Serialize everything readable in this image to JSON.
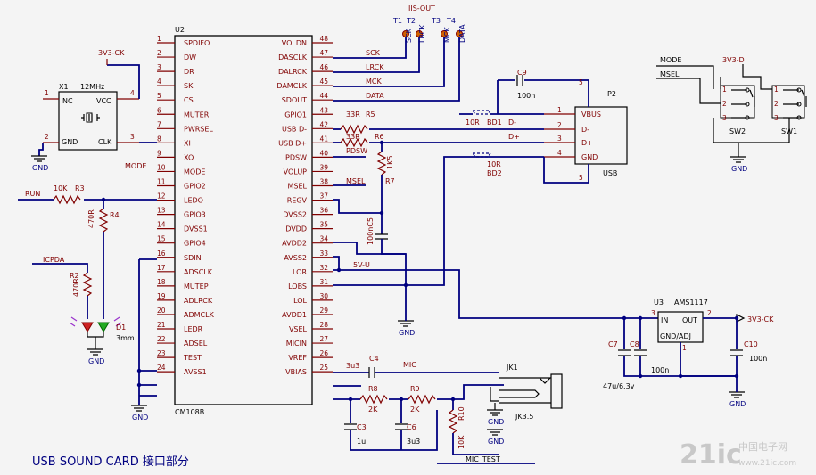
{
  "title": "USB SOUND CARD 接口部分",
  "watermark": {
    "brand": "21ic",
    "text": "中国电子网",
    "url": "www.21ic.com"
  },
  "u2": {
    "ref": "U2",
    "part": "CM108B",
    "left_pins": [
      {
        "n": "1",
        "name": "SPDIFO"
      },
      {
        "n": "2",
        "name": "DW"
      },
      {
        "n": "3",
        "name": "DR"
      },
      {
        "n": "4",
        "name": "SK"
      },
      {
        "n": "5",
        "name": "CS"
      },
      {
        "n": "6",
        "name": "MUTER"
      },
      {
        "n": "7",
        "name": "PWRSEL"
      },
      {
        "n": "8",
        "name": "XI"
      },
      {
        "n": "9",
        "name": "XO"
      },
      {
        "n": "10",
        "name": "MODE"
      },
      {
        "n": "11",
        "name": "GPIO2"
      },
      {
        "n": "12",
        "name": "LEDO"
      },
      {
        "n": "13",
        "name": "GPIO3"
      },
      {
        "n": "14",
        "name": "DVSS1"
      },
      {
        "n": "15",
        "name": "GPIO4"
      },
      {
        "n": "16",
        "name": "SDIN"
      },
      {
        "n": "17",
        "name": "ADSCLK"
      },
      {
        "n": "18",
        "name": "MUTEP"
      },
      {
        "n": "19",
        "name": "ADLRCK"
      },
      {
        "n": "20",
        "name": "ADMCLK"
      },
      {
        "n": "21",
        "name": "LEDR"
      },
      {
        "n": "22",
        "name": "ADSEL"
      },
      {
        "n": "23",
        "name": "TEST"
      },
      {
        "n": "24",
        "name": "AVSS1"
      }
    ],
    "right_pins": [
      {
        "n": "48",
        "name": "VOLDN"
      },
      {
        "n": "47",
        "name": "DASCLK"
      },
      {
        "n": "46",
        "name": "DALRCK"
      },
      {
        "n": "45",
        "name": "DAMCLK"
      },
      {
        "n": "44",
        "name": "SDOUT"
      },
      {
        "n": "43",
        "name": "GPIO1"
      },
      {
        "n": "42",
        "name": "USB D-"
      },
      {
        "n": "41",
        "name": "USB D+"
      },
      {
        "n": "40",
        "name": "PDSW"
      },
      {
        "n": "39",
        "name": "VOLUP"
      },
      {
        "n": "38",
        "name": "MSEL"
      },
      {
        "n": "37",
        "name": "REGV"
      },
      {
        "n": "36",
        "name": "DVSS2"
      },
      {
        "n": "35",
        "name": "DVDD"
      },
      {
        "n": "34",
        "name": "AVDD2"
      },
      {
        "n": "33",
        "name": "AVSS2"
      },
      {
        "n": "32",
        "name": "LOR"
      },
      {
        "n": "31",
        "name": "LOBS"
      },
      {
        "n": "30",
        "name": "LOL"
      },
      {
        "n": "29",
        "name": "AVDD1"
      },
      {
        "n": "28",
        "name": "VSEL"
      },
      {
        "n": "27",
        "name": "MICIN"
      },
      {
        "n": "26",
        "name": "VREF"
      },
      {
        "n": "25",
        "name": "VBIAS"
      }
    ]
  },
  "x1": {
    "ref": "X1",
    "freq": "12MHz",
    "nc": "NC",
    "vcc": "VCC",
    "gnd": "GND",
    "clk": "CLK",
    "p1": "1",
    "p2": "2",
    "p3": "3",
    "p4": "4"
  },
  "nets": {
    "v3v3ck": "3V3-CK",
    "v3v3d": "3V3-D",
    "mode": "MODE",
    "run": "RUN",
    "icpda": "ICPDA",
    "sck": "SCK",
    "lrck": "LRCK",
    "mck": "MCK",
    "data": "DATA",
    "pdsw": "PDSW",
    "msel": "MSEL",
    "mic": "MIC",
    "mic_test": "MIC_TEST",
    "v5u": "5V-U",
    "dminus": "D-",
    "dplus": "D+",
    "iis_out": "IIS-OUT",
    "gnd": "GND",
    "u3u": "3u3"
  },
  "test_points": [
    {
      "ref": "T1",
      "label": "SCK"
    },
    {
      "ref": "T2",
      "label": "LRCK"
    },
    {
      "ref": "T3",
      "label": "MCK"
    },
    {
      "ref": "T4",
      "label": "DATA"
    }
  ],
  "parts": {
    "r3": {
      "ref": "R3",
      "val": "10K"
    },
    "r4": {
      "ref": "R4",
      "val": "470R"
    },
    "r2": {
      "ref": "R2",
      "val": "470R"
    },
    "r5": {
      "ref": "R5",
      "val": "33R"
    },
    "r6": {
      "ref": "R6",
      "val": "33R"
    },
    "r7": {
      "ref": "R7",
      "val": "1K5"
    },
    "c5": {
      "ref": "C5",
      "val": "100nC5"
    },
    "c9": {
      "ref": "C9",
      "val": "100n"
    },
    "bd1": {
      "ref": "BD1",
      "val": "10R"
    },
    "bd2": {
      "ref": "BD2",
      "val": "10R"
    },
    "r8": {
      "ref": "R8",
      "val": "2K"
    },
    "r9": {
      "ref": "R9",
      "val": "2K"
    },
    "r10": {
      "ref": "R10",
      "val": "10K"
    },
    "c4": {
      "ref": "C4",
      "val": "3u3"
    },
    "c3": {
      "ref": "C3",
      "val": "1u"
    },
    "c6": {
      "ref": "C6",
      "val": "3u3"
    },
    "d1": {
      "ref": "D1",
      "val": "3mm"
    },
    "c7": {
      "ref": "C7",
      "val": "47u/6.3v"
    },
    "c8": {
      "ref": "C8",
      "val": "100n"
    },
    "c10": {
      "ref": "C10",
      "val": "100n"
    },
    "jk1": {
      "ref": "JK1",
      "val": "JK3.5"
    }
  },
  "p2": {
    "ref": "P2",
    "part": "USB",
    "pins": [
      {
        "n": "1",
        "name": "VBUS"
      },
      {
        "n": "2",
        "name": "D-"
      },
      {
        "n": "3",
        "name": "D+"
      },
      {
        "n": "4",
        "name": "GND"
      }
    ],
    "shield": "5"
  },
  "u3": {
    "ref": "U3",
    "part": "AMS1117",
    "in": "IN",
    "out": "OUT",
    "adj": "GND/ADJ",
    "p1": "1",
    "p2": "2",
    "p3": "3"
  },
  "sw": {
    "sw1": "SW1",
    "sw2": "SW2",
    "p1": "1",
    "p2": "2",
    "p3": "3"
  }
}
